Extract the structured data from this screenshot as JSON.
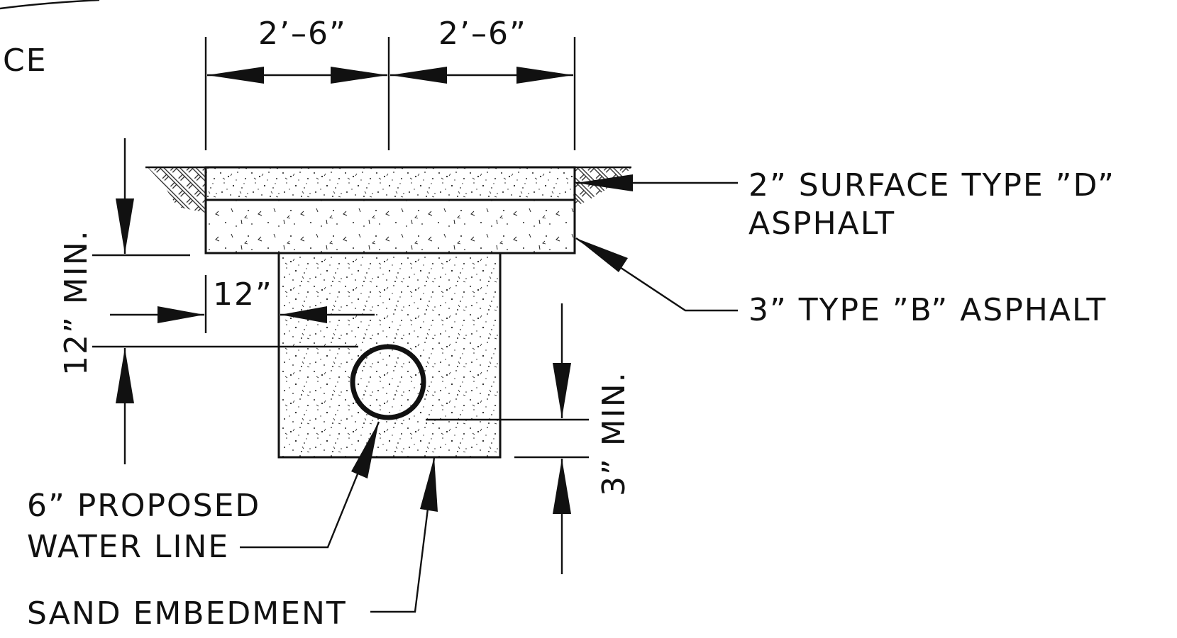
{
  "partial_label": "CE",
  "dimensions": {
    "top_left": "2’–6”",
    "top_right": "2’–6”",
    "side_offset": "12”",
    "depth_cover": "12” MIN.",
    "bedding_depth": "3” MIN."
  },
  "callouts": {
    "surface_line1": "2” SURFACE TYPE ”D”",
    "surface_line2": "ASPHALT",
    "base": "3” TYPE ”B” ASPHALT",
    "pipe_line1": "6” PROPOSED",
    "pipe_line2": "WATER LINE",
    "embedment": "SAND EMBEDMENT"
  }
}
